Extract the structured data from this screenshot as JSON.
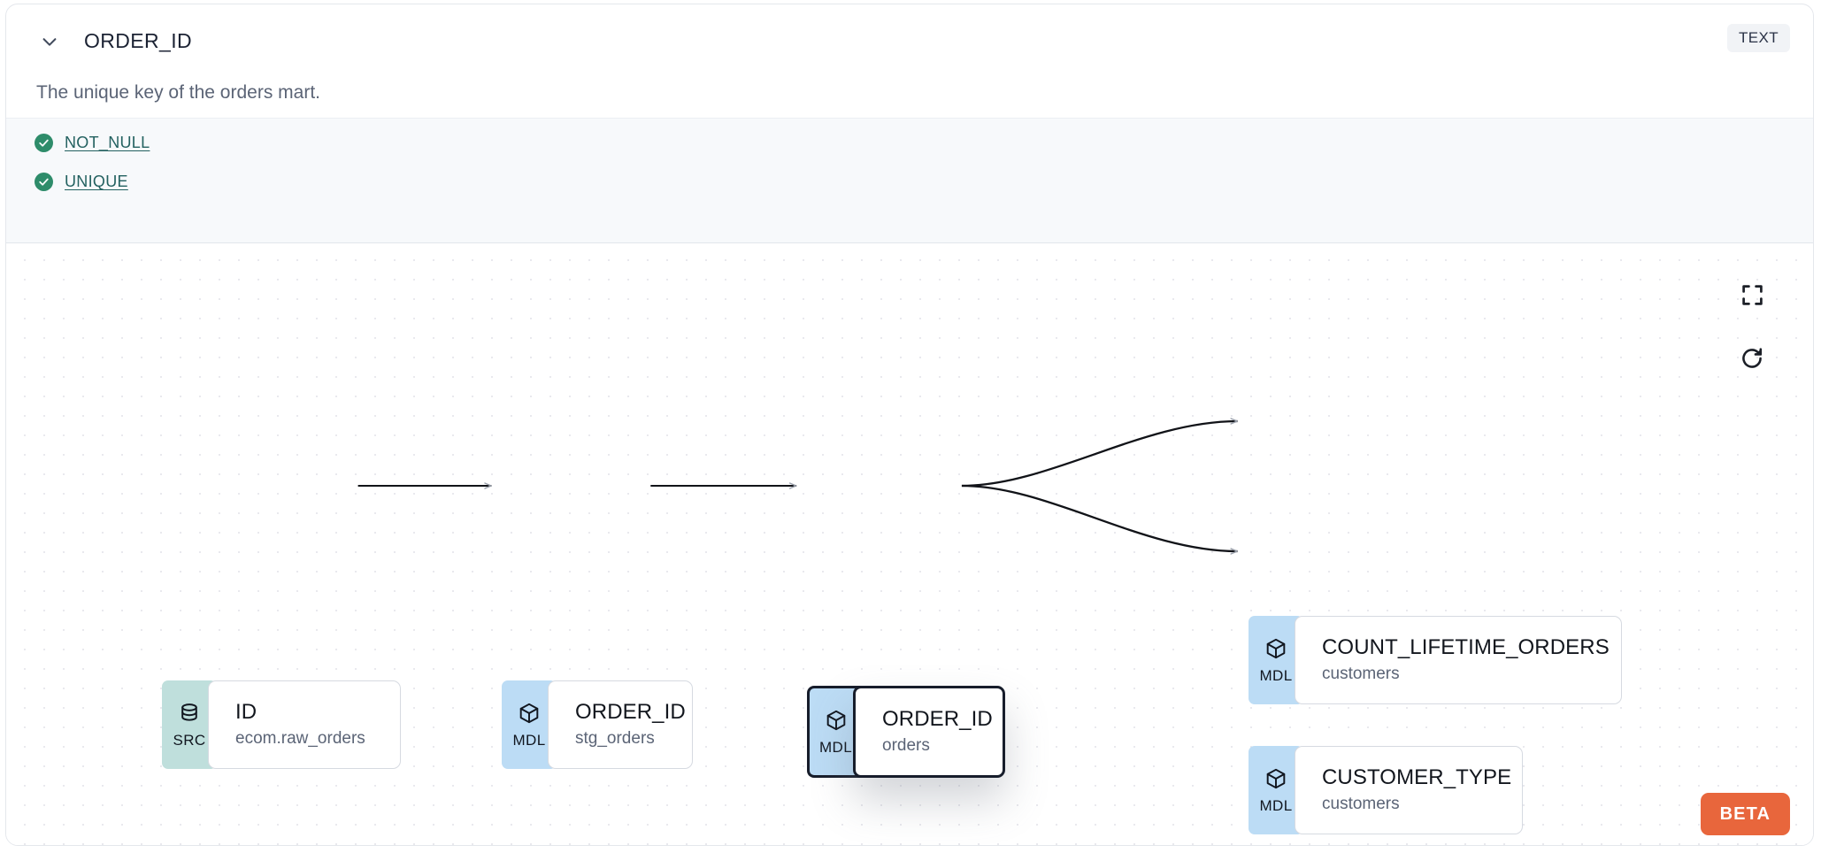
{
  "header": {
    "collapse_icon": "chevron-down-icon",
    "column_name": "ORDER_ID",
    "data_type_badge": "TEXT",
    "description": "The unique key of the orders mart."
  },
  "tests": {
    "items": [
      {
        "status_icon": "check-circle-icon",
        "name": "NOT_NULL"
      },
      {
        "status_icon": "check-circle-icon",
        "name": "UNIQUE"
      }
    ]
  },
  "lineage": {
    "controls": [
      {
        "icon": "fit-view-icon",
        "name": "fit-view"
      },
      {
        "icon": "refresh-icon",
        "name": "reset"
      }
    ],
    "beta_label": "BETA",
    "nodes": [
      {
        "id": "src",
        "badge": "SRC",
        "badge_icon": "database-icon",
        "column": "ID",
        "table": "ecom.raw_orders",
        "selected": false
      },
      {
        "id": "stg",
        "badge": "MDL",
        "badge_icon": "cube-icon",
        "column": "ORDER_ID",
        "table": "stg_orders",
        "selected": false
      },
      {
        "id": "orders",
        "badge": "MDL",
        "badge_icon": "cube-icon",
        "column": "ORDER_ID",
        "table": "orders",
        "selected": true
      },
      {
        "id": "clo",
        "badge": "MDL",
        "badge_icon": "cube-icon",
        "column": "COUNT_LIFETIME_ORDERS",
        "table": "customers",
        "selected": false
      },
      {
        "id": "ct",
        "badge": "MDL",
        "badge_icon": "cube-icon",
        "column": "CUSTOMER_TYPE",
        "table": "customers",
        "selected": false
      }
    ],
    "edges": [
      {
        "from": "src",
        "to": "stg",
        "style": "straight"
      },
      {
        "from": "stg",
        "to": "orders",
        "style": "straight"
      },
      {
        "from": "orders",
        "to": "clo",
        "style": "bezier"
      },
      {
        "from": "orders",
        "to": "ct",
        "style": "bezier"
      }
    ]
  },
  "colors": {
    "src_badge": "#bfdfdc",
    "mdl_badge": "#bcdcf5",
    "test_pass": "#2e8c6a",
    "test_link": "#236160",
    "beta": "#e8663c",
    "selected_border": "#171d2b"
  }
}
